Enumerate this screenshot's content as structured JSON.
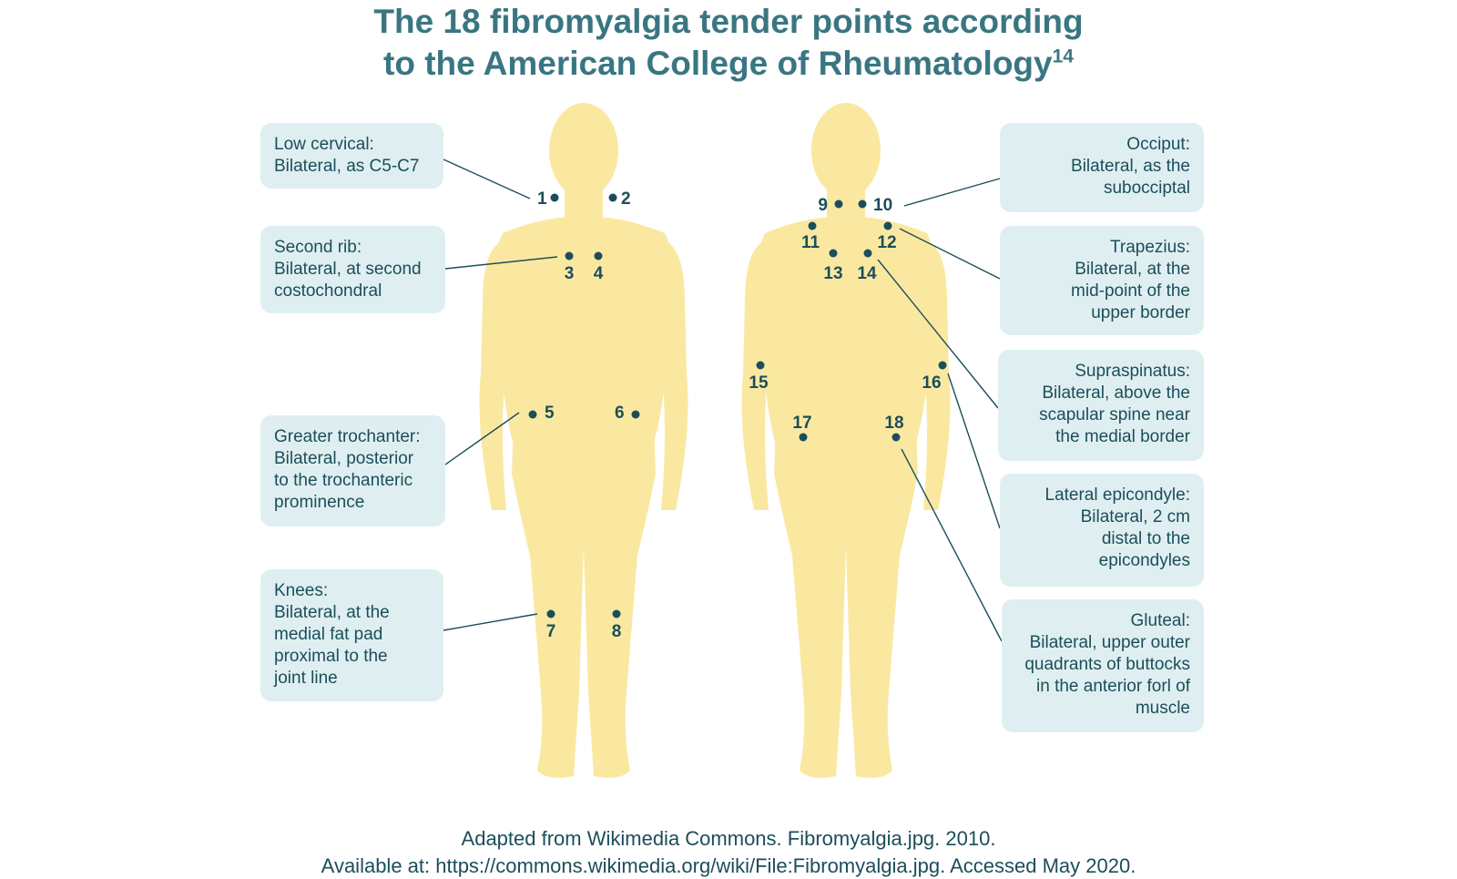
{
  "title": {
    "line1": "The 18 fibromyalgia tender points according",
    "line2": "to the American College of Rheumatology",
    "superscript": "14"
  },
  "left_boxes": [
    {
      "heading": "Low cervical:",
      "lines": [
        "Bilateral, as C5-C7"
      ]
    },
    {
      "heading": "Second rib:",
      "lines": [
        "Bilateral, at second",
        "costochondral"
      ]
    },
    {
      "heading": "Greater trochanter:",
      "lines": [
        "Bilateral, posterior",
        "to the trochanteric",
        "prominence"
      ]
    },
    {
      "heading": "Knees:",
      "lines": [
        "Bilateral, at the",
        "medial fat pad",
        "proximal to the",
        "joint line"
      ]
    }
  ],
  "right_boxes": [
    {
      "heading": "Occiput:",
      "lines": [
        "Bilateral, as the",
        "subocciptal"
      ]
    },
    {
      "heading": "Trapezius:",
      "lines": [
        "Bilateral, at the",
        "mid-point of the",
        "upper border"
      ]
    },
    {
      "heading": "Supraspinatus:",
      "lines": [
        "Bilateral, above the",
        "scapular spine near",
        "the medial border"
      ]
    },
    {
      "heading": "Lateral epicondyle:",
      "lines": [
        "Bilateral, 2 cm",
        "distal to the",
        "epicondyles"
      ]
    },
    {
      "heading": "Gluteal:",
      "lines": [
        "Bilateral, upper outer",
        "quadrants of buttocks",
        "in the anterior forl of",
        "muscle"
      ]
    }
  ],
  "points": {
    "p1": "1",
    "p2": "2",
    "p3": "3",
    "p4": "4",
    "p5": "5",
    "p6": "6",
    "p7": "7",
    "p8": "8",
    "p9": "9",
    "p10": "10",
    "p11": "11",
    "p12": "12",
    "p13": "13",
    "p14": "14",
    "p15": "15",
    "p16": "16",
    "p17": "17",
    "p18": "18"
  },
  "colors": {
    "body": "#fbe8a0",
    "dot": "#1b4e5a",
    "box": "#dfeff1",
    "title": "#3a7682"
  },
  "footer": {
    "line1": "Adapted from Wikimedia Commons. Fibromyalgia.jpg. 2010.",
    "line2": "Available at: https://commons.wikimedia.org/wiki/File:Fibromyalgia.jpg. Accessed May 2020."
  }
}
